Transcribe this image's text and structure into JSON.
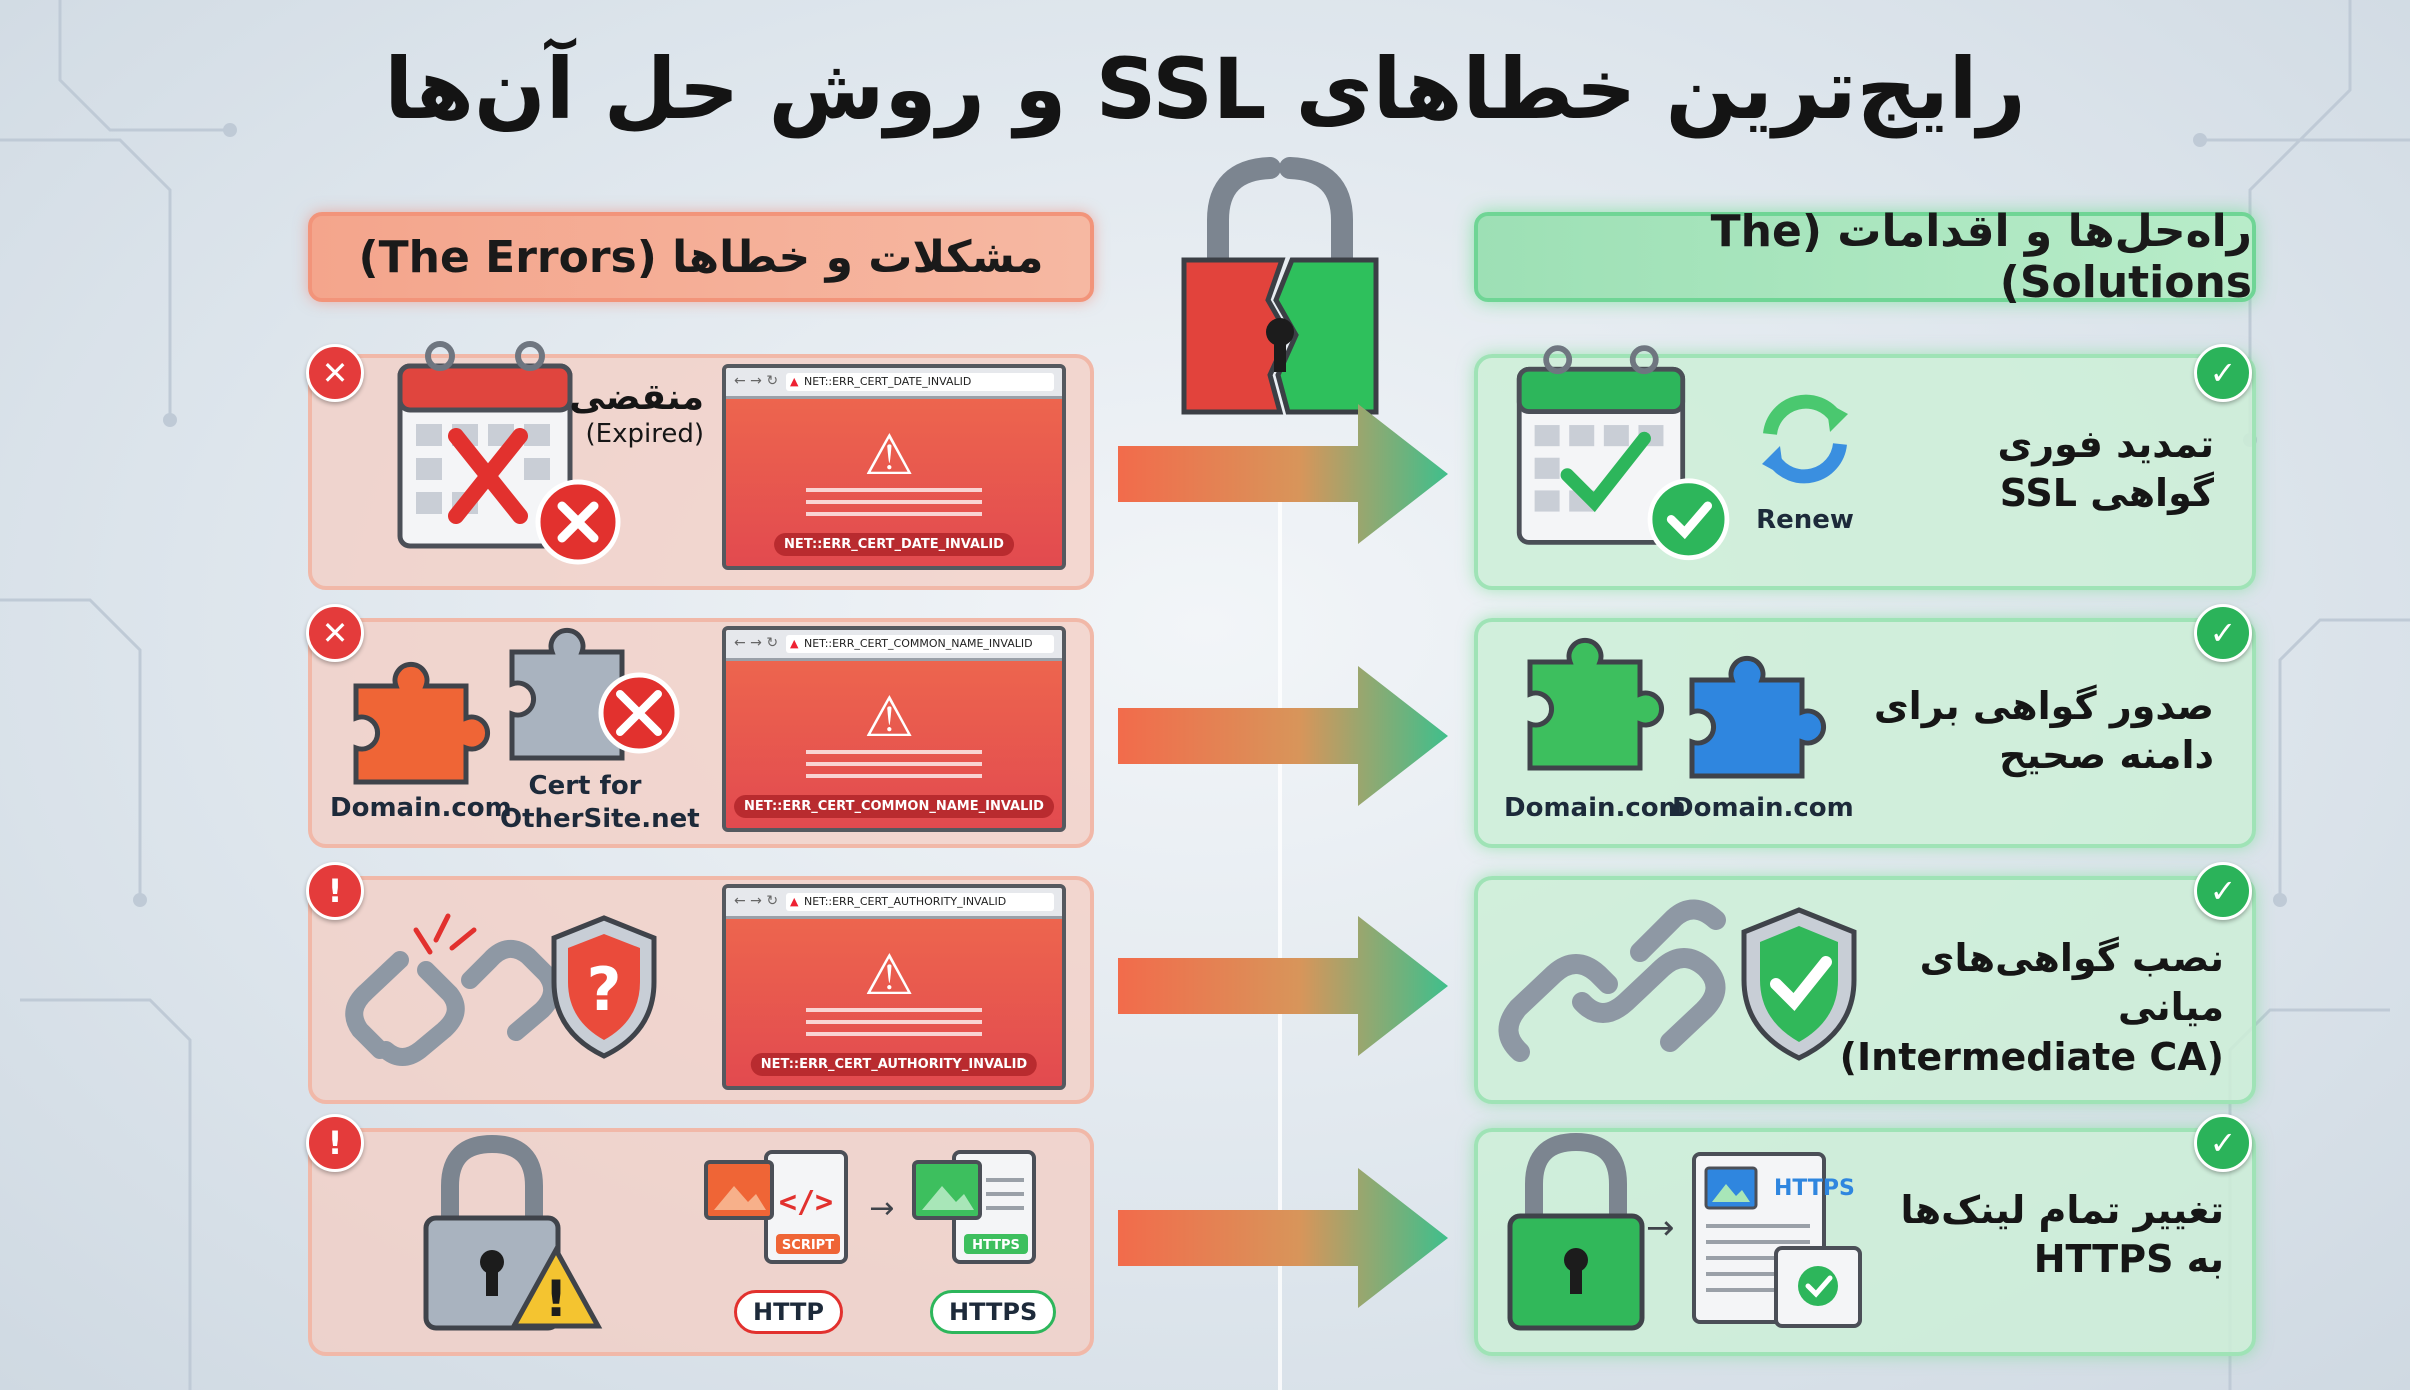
{
  "title": "رایج‌ترین خطاهای SSL و روش حل آن‌ها",
  "headers": {
    "errors": "مشکلات و خطاها (The Errors)",
    "solutions": "راه‌حل‌ها و اقدامات (The Solutions)"
  },
  "colors": {
    "error_red": "#e43b3b",
    "success_green": "#2bb35a",
    "browser_red": "#e9505a"
  },
  "rows": [
    {
      "error": {
        "badge": "✕",
        "text_line1": "منقضی",
        "text_line2": "(Expired)",
        "browser_url": "NET::ERR_CERT_DATE_INVALID",
        "browser_error": "NET::ERR_CERT_DATE_INVALID",
        "icons": [
          "calendar-red-x-icon",
          "red-x-circle-icon"
        ]
      },
      "solution": {
        "badge": "✓",
        "text_line1": "تمدید فوری",
        "text_line2": "گواهی SSL",
        "icon_label": "Renew",
        "icons": [
          "calendar-check-icon",
          "renew-arrows-icon"
        ]
      }
    },
    {
      "error": {
        "badge": "✕",
        "label_left": "Domain.com",
        "label_right_line1": "Cert for",
        "label_right_line2": "OtherSite.net",
        "browser_url": "NET::ERR_CERT_COMMON_NAME_INVALID",
        "browser_error": "NET::ERR_CERT_COMMON_NAME_INVALID",
        "icons": [
          "puzzle-orange-icon",
          "puzzle-grey-icon",
          "mismatch-icon"
        ]
      },
      "solution": {
        "badge": "✓",
        "text_line1": "صدور گواهی برای",
        "text_line2": "دامنه صحیح",
        "label_left": "Domain.com",
        "label_right": "Domain.com",
        "icons": [
          "puzzle-green-icon",
          "puzzle-blue-icon"
        ]
      }
    },
    {
      "error": {
        "badge": "!",
        "browser_url": "NET::ERR_CERT_AUTHORITY_INVALID",
        "browser_error": "NET::ERR_CERT_AUTHORITY_INVALID",
        "icons": [
          "broken-chain-icon",
          "shield-question-icon"
        ]
      },
      "solution": {
        "badge": "✓",
        "text_line1": "نصب گواهی‌های میانی",
        "text_line2": "(Intermediate CA)",
        "icons": [
          "chain-icon",
          "shield-check-icon"
        ]
      }
    },
    {
      "error": {
        "badge": "!",
        "file_left_tag": "SCRIPT",
        "file_right_tag": "HTTPS",
        "pill_left": "HTTP",
        "pill_right": "HTTPS",
        "icons": [
          "padlock-warning-icon",
          "mixed-content-file-icon"
        ]
      },
      "solution": {
        "badge": "✓",
        "text_line1": "تغییر تمام لینک‌ها",
        "text_line2": "به HTTPS",
        "doc_tag": "HTTPS",
        "icons": [
          "padlock-green-icon",
          "https-document-icon"
        ]
      }
    }
  ]
}
